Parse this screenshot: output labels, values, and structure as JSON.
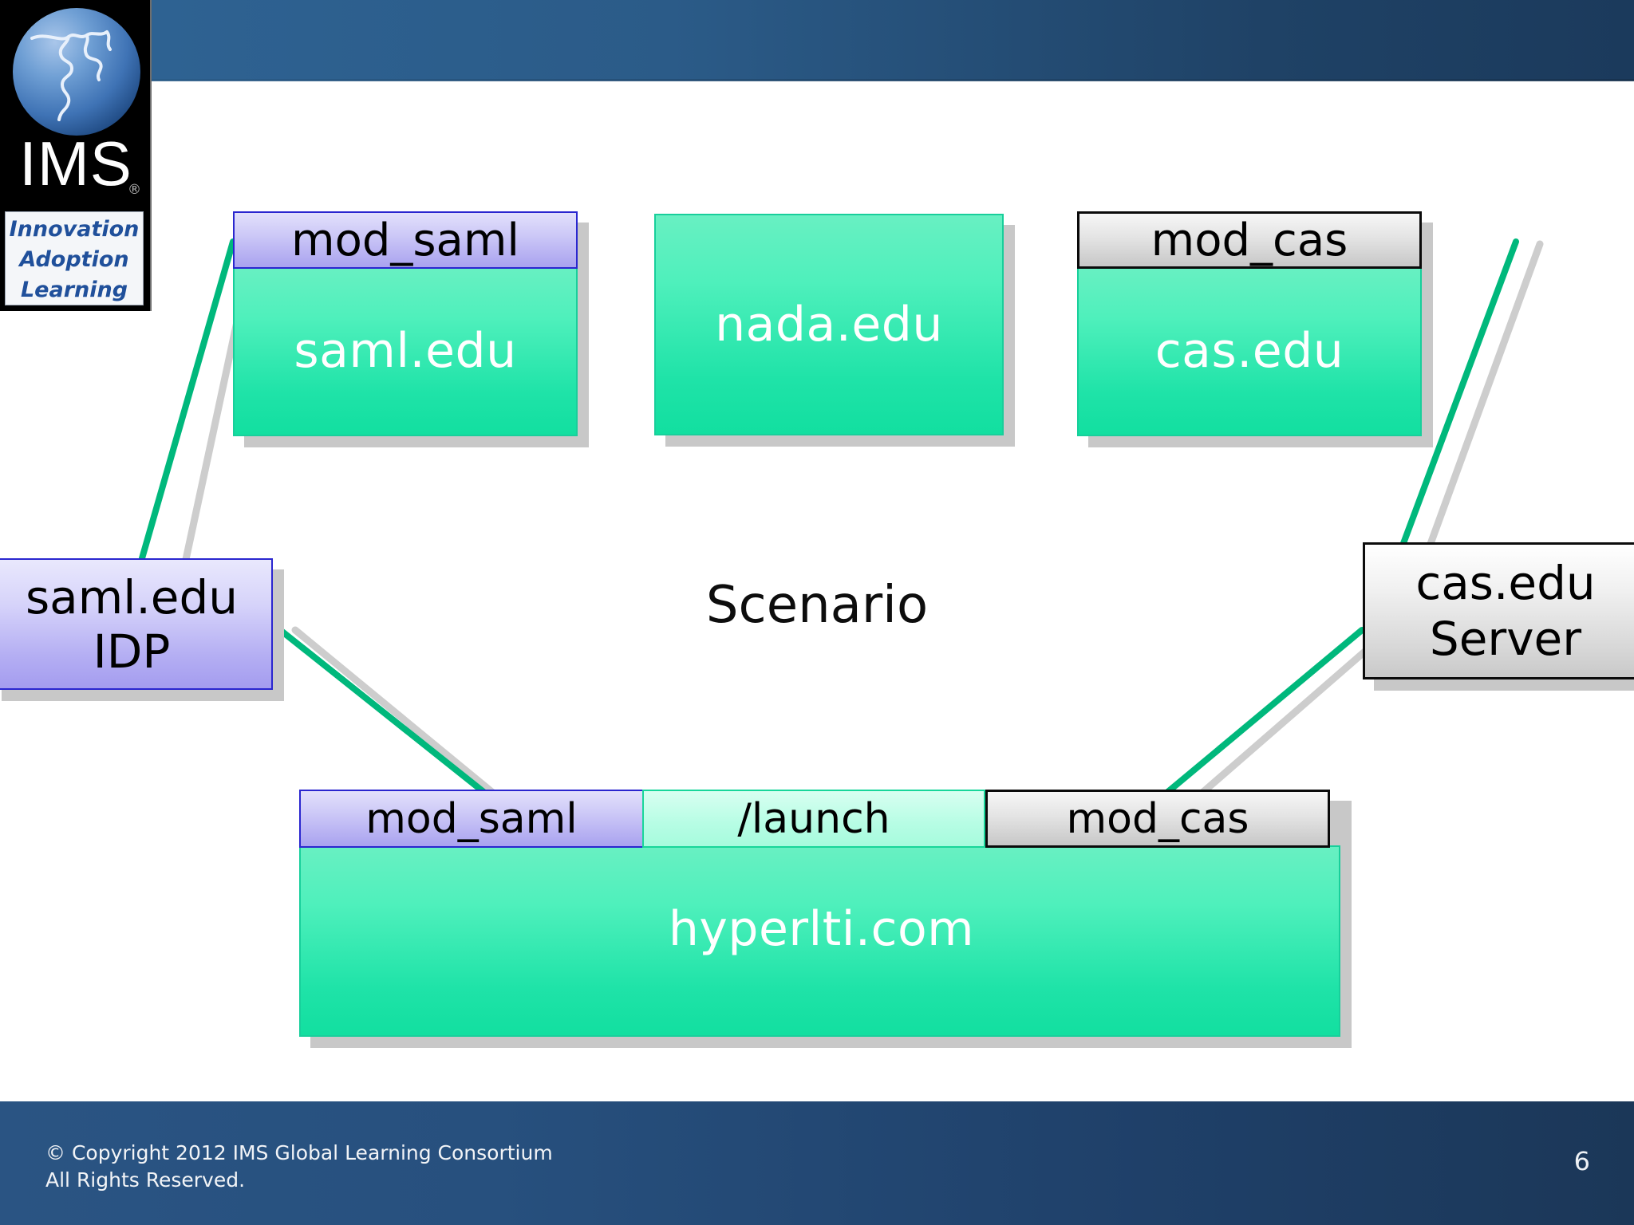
{
  "slide": {
    "page_number": "6",
    "center_caption": "Scenario",
    "background_color": "#ffffff",
    "header_bar_color": "#2b5b88",
    "footer_bar_color": "#27507e"
  },
  "logo": {
    "wordmark": "IMS",
    "registered_mark": "®",
    "tagline_line1": "Innovation",
    "tagline_line2": "Adoption",
    "tagline_line3": "Learning",
    "tagline_color": "#20509b",
    "globe_icon": "globe-puzzle-icon"
  },
  "diagram": {
    "nodes": [
      {
        "id": "saml-edu-site",
        "header_label": "mod_saml",
        "header_style": "purple",
        "body_label": "saml.edu",
        "body_style": "teal"
      },
      {
        "id": "nada-edu-site",
        "header_label": "",
        "header_style": "none",
        "body_label": "nada.edu",
        "body_style": "teal"
      },
      {
        "id": "cas-edu-site",
        "header_label": "mod_cas",
        "header_style": "gray",
        "body_label": "cas.edu",
        "body_style": "teal"
      },
      {
        "id": "saml-idp",
        "label_line1": "saml.edu",
        "label_line2": "IDP",
        "style": "purple"
      },
      {
        "id": "cas-server",
        "label_line1": "cas.edu",
        "label_line2": "Server",
        "style": "gray"
      },
      {
        "id": "hyperlti-site",
        "header_labels": [
          "mod_saml",
          "/launch",
          "mod_cas"
        ],
        "header_styles": [
          "purple",
          "mint",
          "gray"
        ],
        "body_label": "hyperlti.com",
        "body_style": "teal"
      }
    ],
    "connectors": [
      {
        "from": "saml-idp",
        "to": "saml-edu-site",
        "color": "#00b87c"
      },
      {
        "from": "saml-idp",
        "to": "hyperlti-mod-saml",
        "color": "#00b87c"
      },
      {
        "from": "cas-server",
        "to": "cas-edu-site",
        "color": "#00b87c"
      },
      {
        "from": "cas-server",
        "to": "hyperlti-mod-cas",
        "color": "#00b87c"
      }
    ],
    "colors": {
      "teal_body": "#2fe8ae",
      "purple_header": "#b4aef3",
      "gray_header": "#dcdcdc",
      "mint_header": "#b6fde4",
      "connector_green": "#00b87c",
      "connector_shadow": "#c9c9c9"
    }
  },
  "footer": {
    "copyright_line1": "© Copyright 2012 IMS Global Learning Consortium",
    "copyright_line2": "All Rights Reserved."
  }
}
